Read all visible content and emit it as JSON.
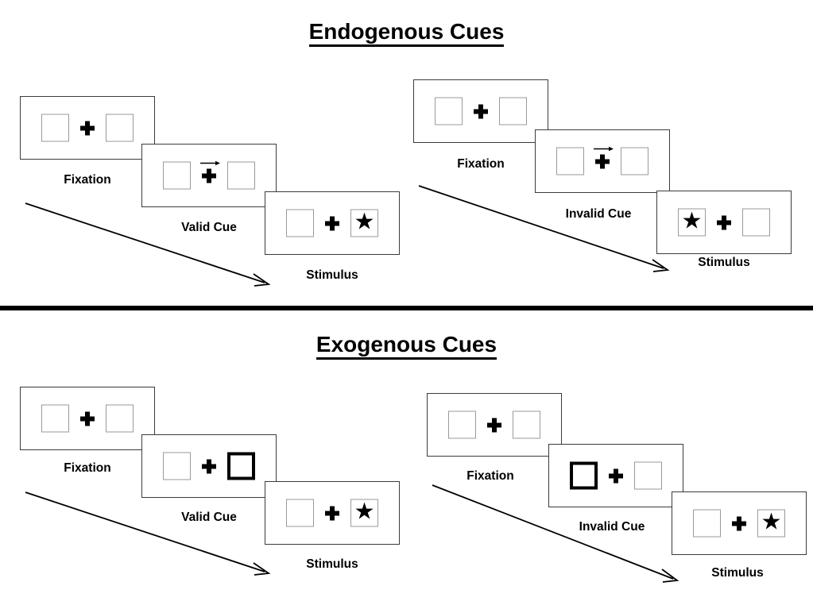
{
  "figure": {
    "title_endogenous": "Endogenous Cues",
    "title_exogenous": "Exogenous Cues"
  },
  "labels": {
    "fixation": "Fixation",
    "valid_cue": "Valid Cue",
    "invalid_cue": "Invalid Cue",
    "stimulus": "Stimulus"
  },
  "glyphs": {
    "star": "★"
  },
  "colors": {
    "ink": "#000000",
    "frame_border": "#3b3b3b",
    "box_border": "#9a9a9a",
    "cued_box_border": "#000000",
    "background": "#ffffff"
  },
  "panels": [
    {
      "id": "endogenous-valid",
      "section": "Endogenous Cues",
      "cue_type": "arrow",
      "steps": [
        {
          "label": "Fixation",
          "left_box": "empty",
          "right_box": "empty",
          "cue": "none"
        },
        {
          "label": "Valid Cue",
          "left_box": "empty",
          "right_box": "empty",
          "cue": "arrow-right"
        },
        {
          "label": "Stimulus",
          "left_box": "empty",
          "right_box": "star",
          "cue": "none"
        }
      ]
    },
    {
      "id": "endogenous-invalid",
      "section": "Endogenous Cues",
      "cue_type": "arrow",
      "steps": [
        {
          "label": "Fixation",
          "left_box": "empty",
          "right_box": "empty",
          "cue": "none"
        },
        {
          "label": "Invalid Cue",
          "left_box": "empty",
          "right_box": "empty",
          "cue": "arrow-right"
        },
        {
          "label": "Stimulus",
          "left_box": "star",
          "right_box": "empty",
          "cue": "none"
        }
      ]
    },
    {
      "id": "exogenous-valid",
      "section": "Exogenous Cues",
      "cue_type": "box-highlight",
      "steps": [
        {
          "label": "Fixation",
          "left_box": "empty",
          "right_box": "empty",
          "cue": "none"
        },
        {
          "label": "Valid Cue",
          "left_box": "empty",
          "right_box": "cued",
          "cue": "none"
        },
        {
          "label": "Stimulus",
          "left_box": "empty",
          "right_box": "star",
          "cue": "none"
        }
      ]
    },
    {
      "id": "exogenous-invalid",
      "section": "Exogenous Cues",
      "cue_type": "box-highlight",
      "steps": [
        {
          "label": "Fixation",
          "left_box": "empty",
          "right_box": "empty",
          "cue": "none"
        },
        {
          "label": "Invalid Cue",
          "left_box": "cued",
          "right_box": "empty",
          "cue": "none"
        },
        {
          "label": "Stimulus",
          "left_box": "empty",
          "right_box": "star",
          "cue": "none"
        }
      ]
    }
  ]
}
